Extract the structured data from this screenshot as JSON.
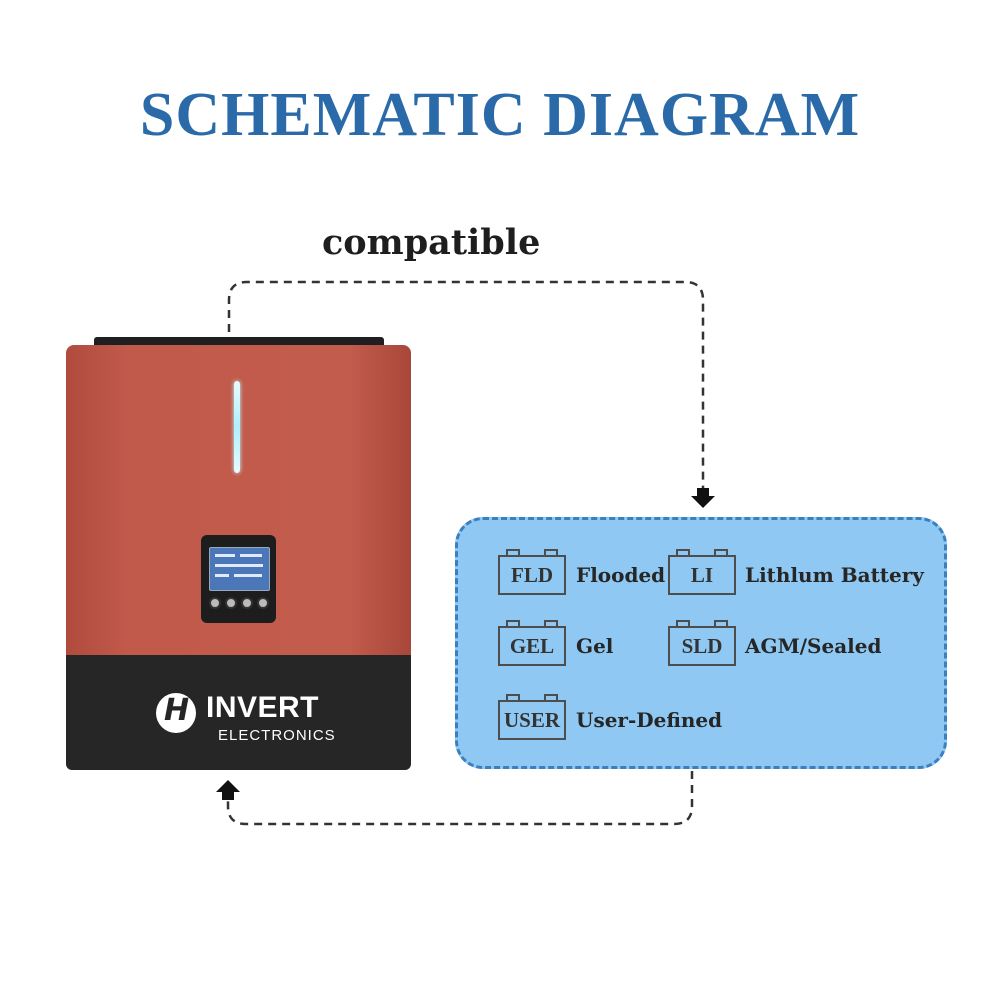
{
  "title": "SCHEMATIC DIAGRAM",
  "compatible_label": "compatible",
  "inverter": {
    "brand": "INVERT",
    "brand_sub": "ELECTRONICS"
  },
  "battery_types": [
    {
      "code": "FLD",
      "name": "Flooded"
    },
    {
      "code": "LI",
      "name": "Lithlum Battery"
    },
    {
      "code": "GEL",
      "name": "Gel"
    },
    {
      "code": "SLD",
      "name": "AGM/Sealed"
    },
    {
      "code": "USER",
      "name": "User-Defined"
    }
  ],
  "colors": {
    "title": "#2a6aa8",
    "inverter_body": "#c15a4b",
    "inverter_base": "#262626",
    "box_fill": "#8fc8f2",
    "box_border": "#3a7fc0"
  }
}
